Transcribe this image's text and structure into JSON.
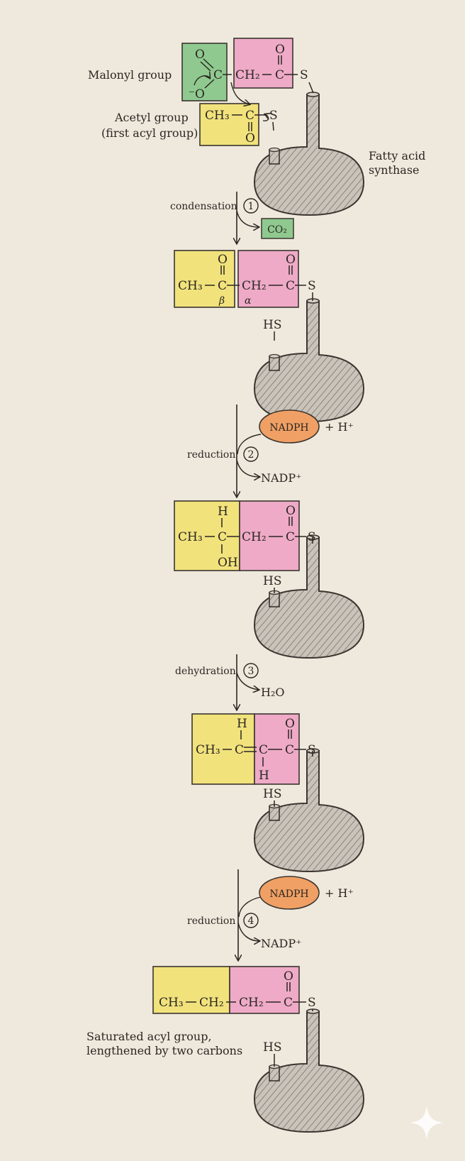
{
  "colors": {
    "background": "#efe9dd",
    "malonyl_green": "#8fc98f",
    "acyl_yellow": "#f1e27c",
    "thioester_pink": "#eeaac6",
    "nadph_orange": "#f0a064",
    "enzyme_gray": "#b8b2aa",
    "ink": "#2a2622"
  },
  "labels": {
    "malonyl": "Malonyl group",
    "acetyl": "Acetyl group",
    "first_acyl": "(first acyl group)",
    "fas_line1": "Fatty acid",
    "fas_line2": "synthase",
    "saturated_line1": "Saturated acyl group,",
    "saturated_line2": "lengthened by two carbons"
  },
  "steps": [
    {
      "num": "1",
      "name": "condensation",
      "product": "CO₂"
    },
    {
      "num": "2",
      "name": "reduction",
      "reagent": "NADPH",
      "plus": "+ H⁺",
      "product": "NADP⁺"
    },
    {
      "num": "3",
      "name": "dehydration",
      "product": "H₂O"
    },
    {
      "num": "4",
      "name": "reduction",
      "reagent": "NADPH",
      "plus": "+ H⁺",
      "product": "NADP⁺"
    }
  ],
  "atoms": {
    "O": "O",
    "S": "S",
    "C": "C",
    "H": "H",
    "OH": "OH",
    "HS": "HS",
    "CH3": "CH₃",
    "CH2": "CH₂",
    "O_minus": "⁻O",
    "beta": "β",
    "alpha": "α"
  },
  "icons": [
    "fatty-acid-synthase-icon",
    "sparkle-icon"
  ]
}
